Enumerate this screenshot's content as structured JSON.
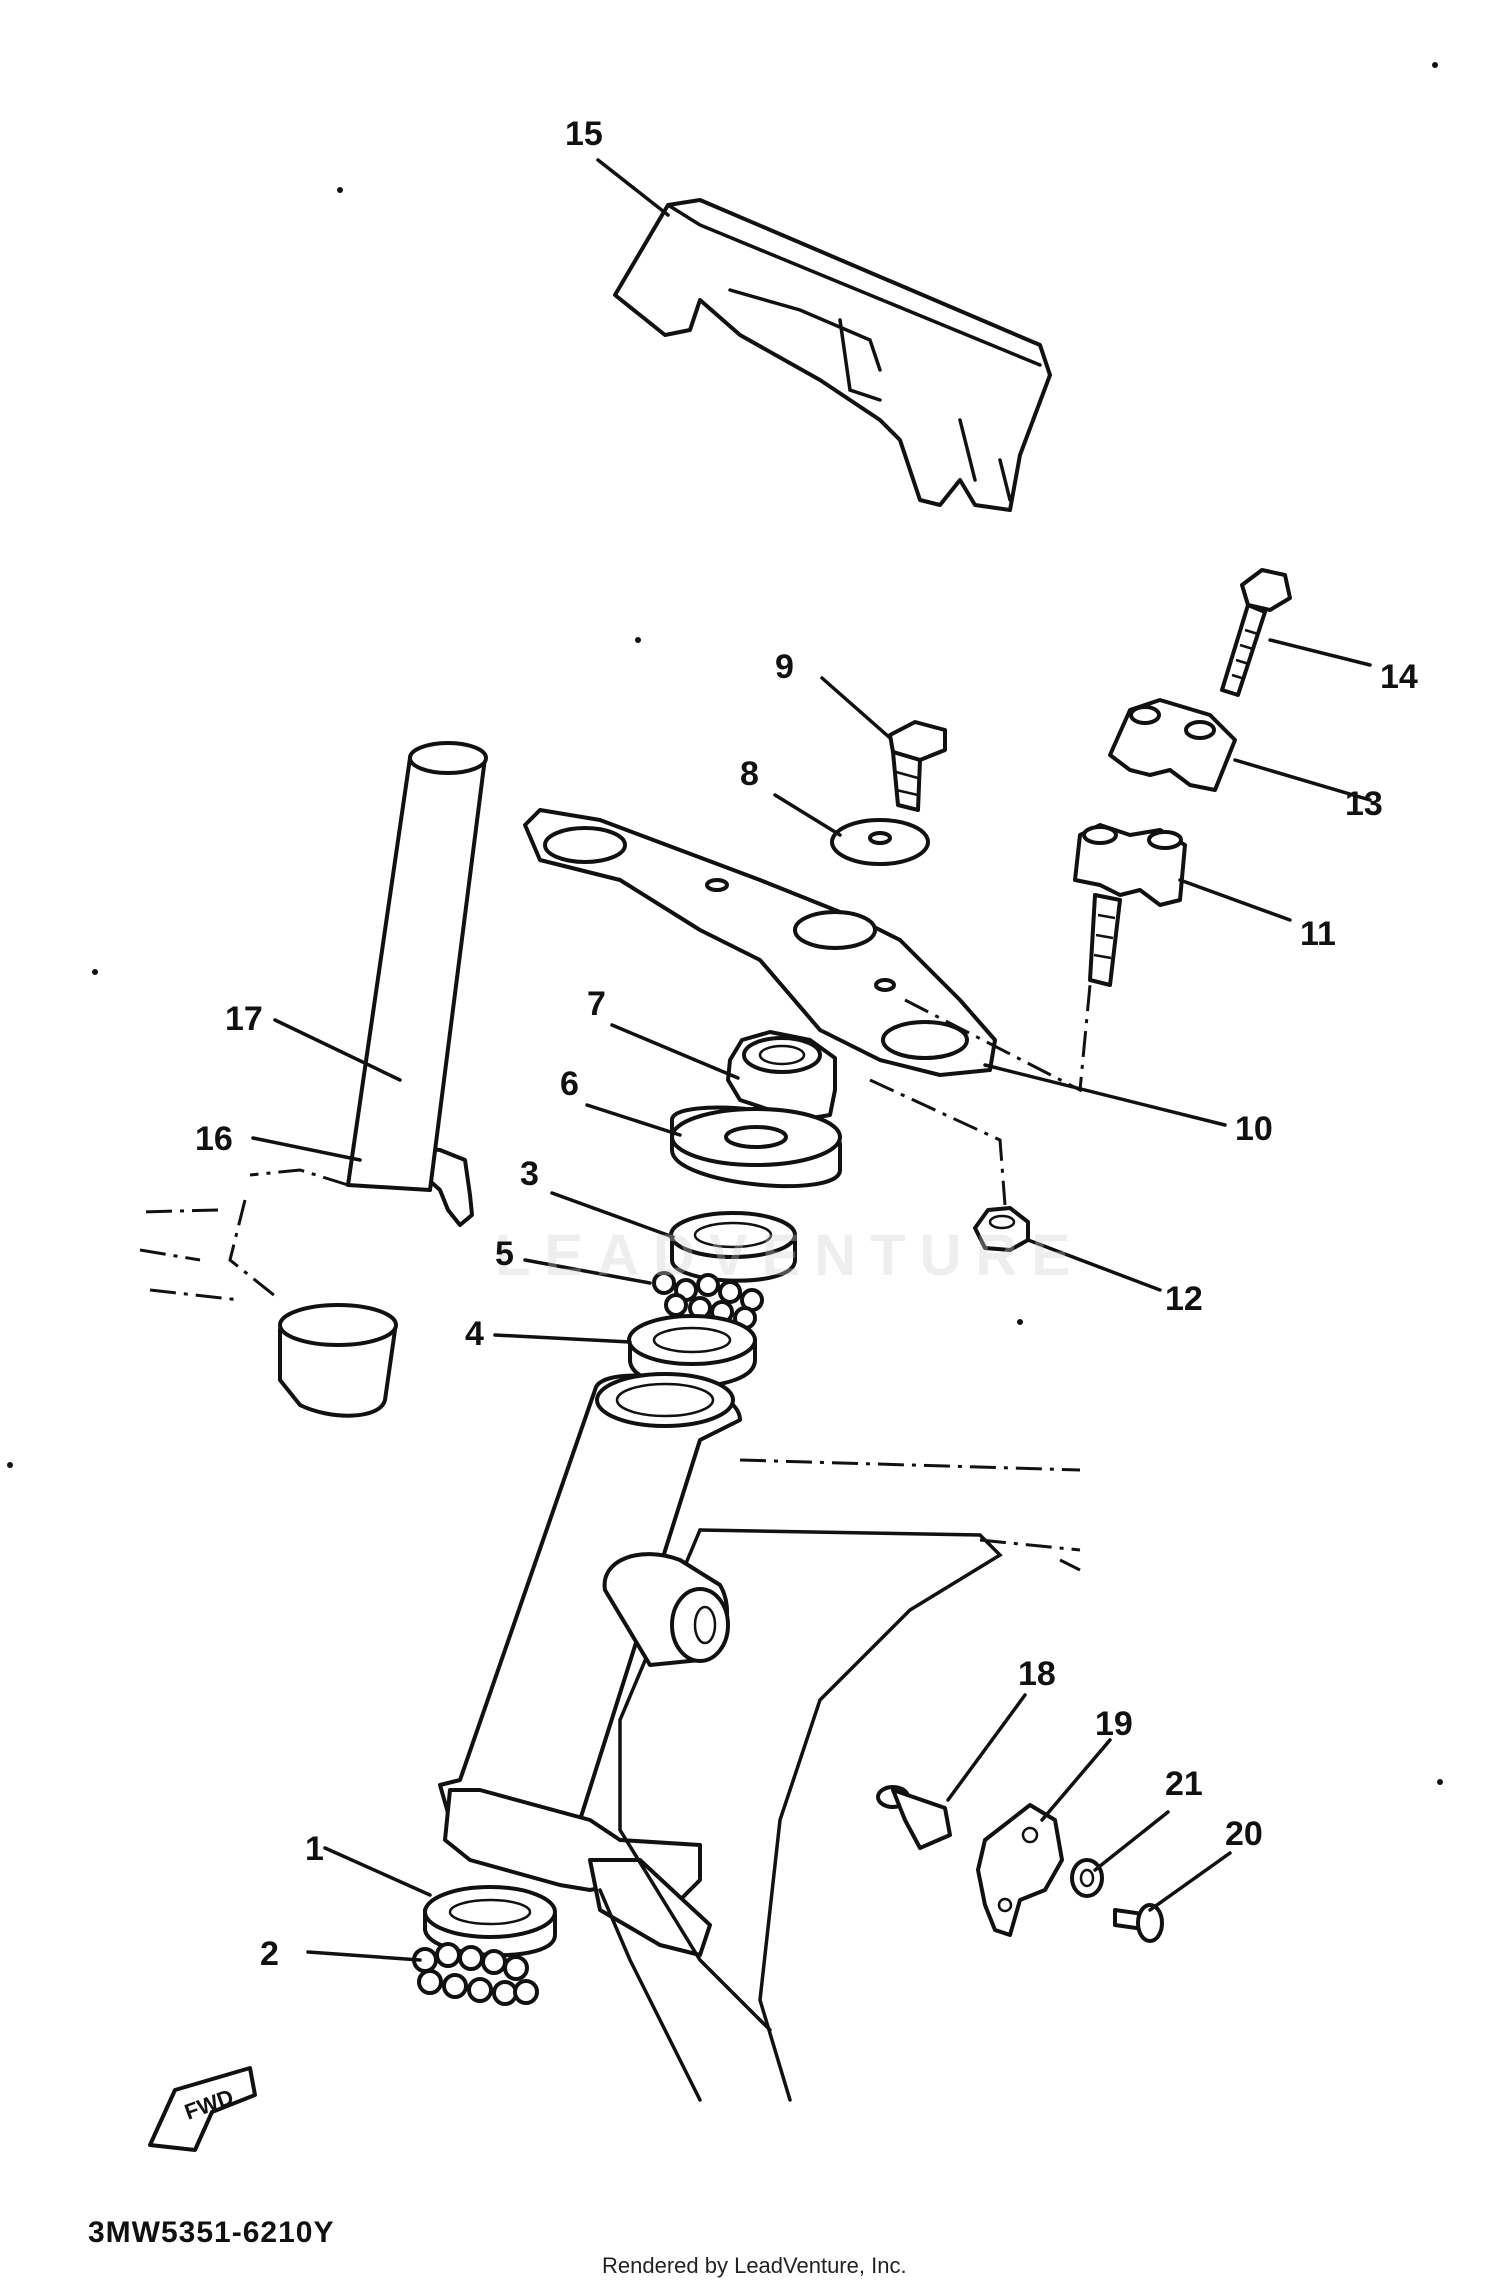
{
  "diagram": {
    "part_numbers": [
      "1",
      "2",
      "3",
      "4",
      "5",
      "6",
      "7",
      "8",
      "9",
      "10",
      "11",
      "12",
      "13",
      "14",
      "15",
      "16",
      "17",
      "18",
      "19",
      "20",
      "21"
    ],
    "drawing_code": "3MW5351-6210Y",
    "credit": "Rendered by LeadVenture, Inc.",
    "watermark": "LEADVENTURE",
    "direction_marker": "FWD"
  }
}
